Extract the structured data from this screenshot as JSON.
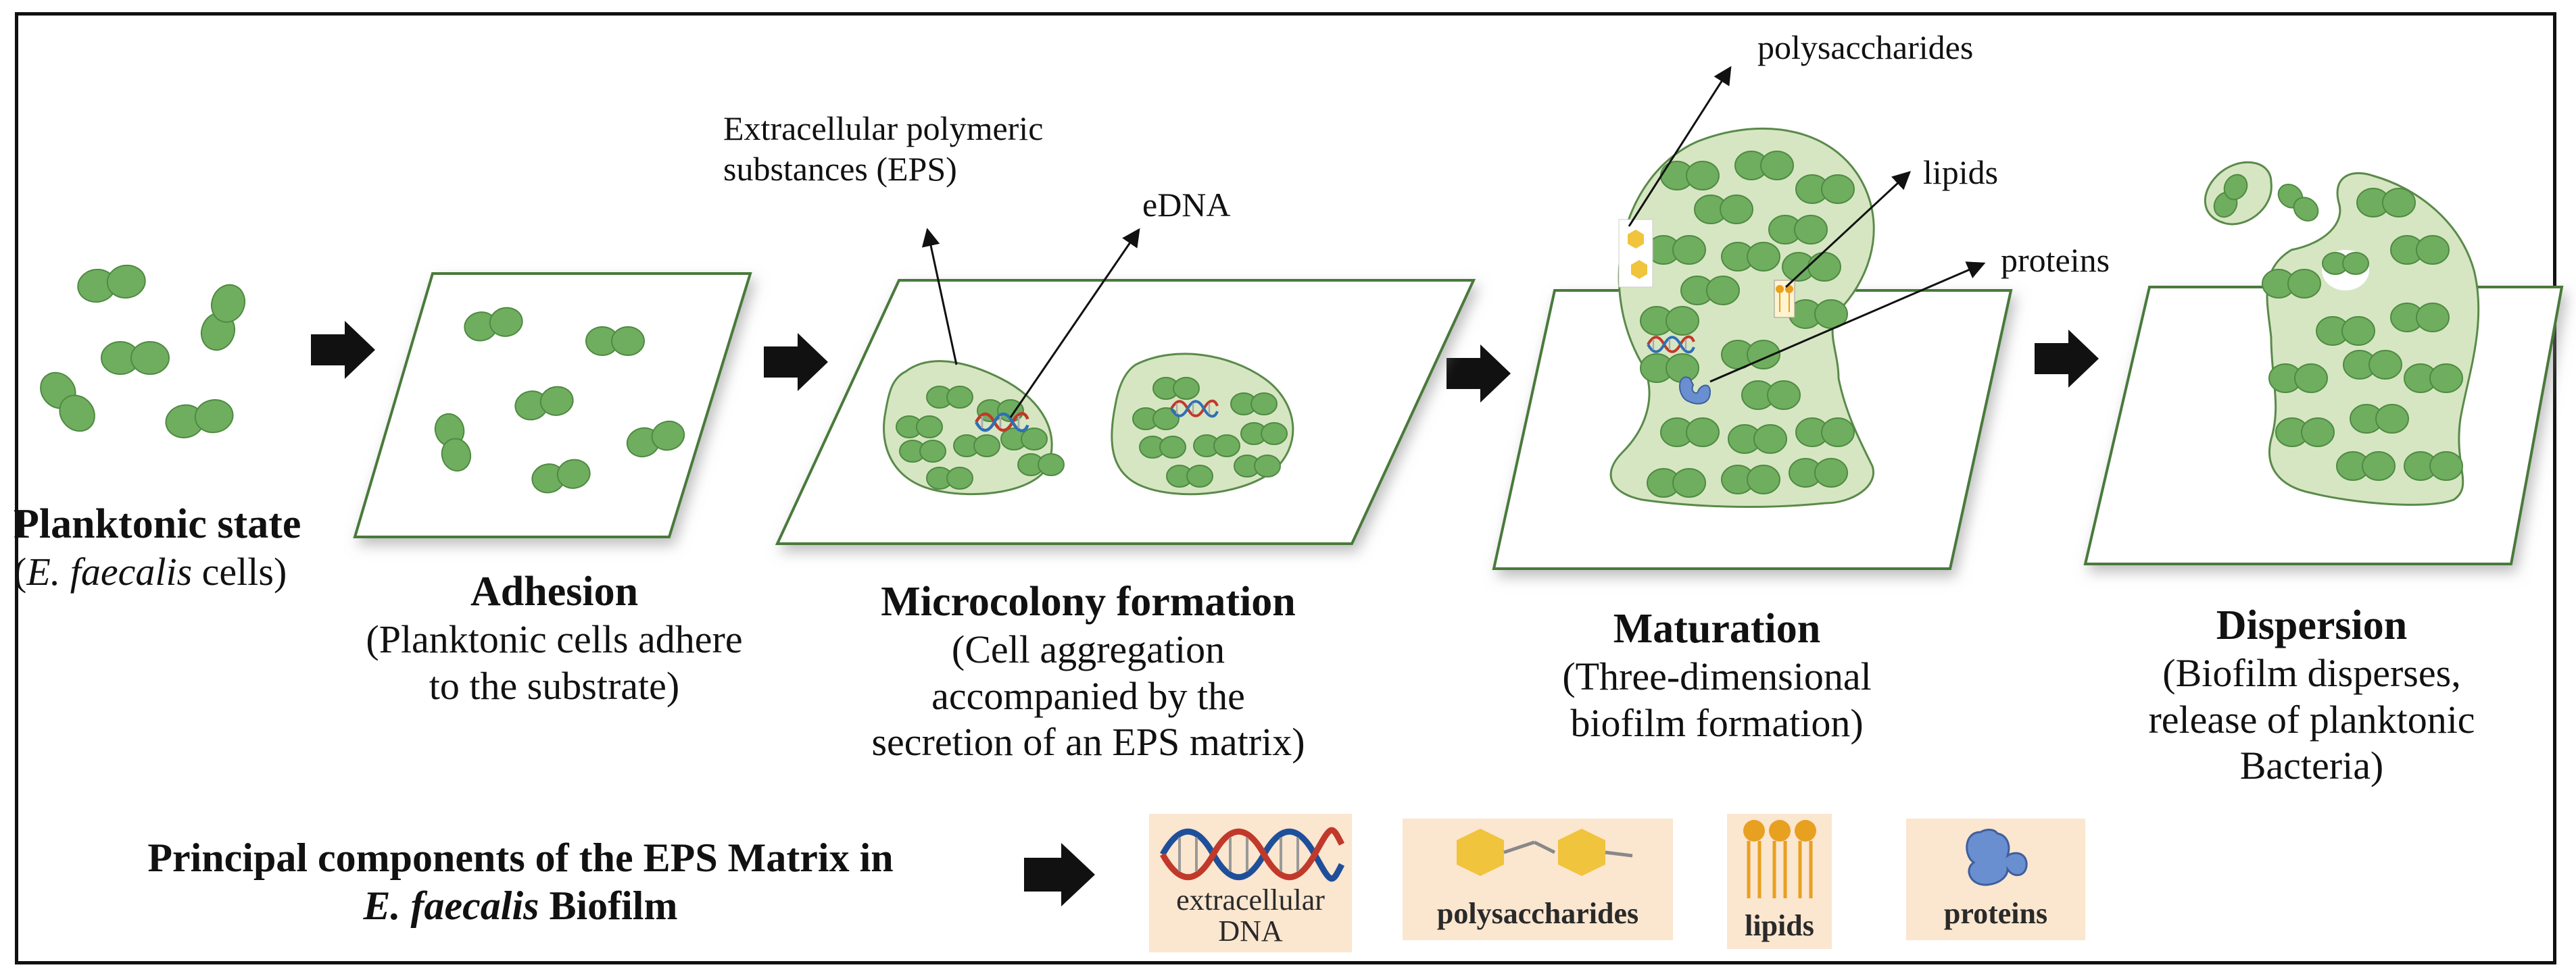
{
  "stages": [
    {
      "title": "Planktonic state",
      "subtitle_italic": "E. faecalis",
      "subtitle_rest": " cells)"
    },
    {
      "title": "Adhesion",
      "subtitle": [
        "(Planktonic cells adhere",
        "to the substrate)"
      ]
    },
    {
      "title": "Microcolony formation",
      "subtitle": [
        "(Cell aggregation",
        "accompanied by the",
        "secretion of an EPS matrix)"
      ]
    },
    {
      "title": "Maturation",
      "subtitle": [
        "(Three-dimensional",
        "biofilm formation)"
      ]
    },
    {
      "title": "Dispersion",
      "subtitle": [
        "(Biofilm disperses,",
        "release of planktonic",
        "Bacteria)"
      ]
    }
  ],
  "annotations": {
    "eps": [
      "Extracellular polymeric",
      "substances (EPS)"
    ],
    "edna": "eDNA",
    "polysaccharides": "polysaccharides",
    "lipids": "lipids",
    "proteins": "proteins"
  },
  "footer": {
    "line1": "Principal components of the EPS Matrix in",
    "line2_italic": "E. faecalis",
    "line2_rest": " Biofilm"
  },
  "legend": [
    {
      "label": [
        "extracellular",
        "DNA"
      ],
      "icon": "dna-icon"
    },
    {
      "label": [
        "polysaccharides"
      ],
      "icon": "polysaccharide-icon"
    },
    {
      "label": [
        "lipids"
      ],
      "icon": "lipid-icon"
    },
    {
      "label": [
        "proteins"
      ],
      "icon": "protein-icon"
    }
  ],
  "colors": {
    "cell": "#6fae5f",
    "cell_edge": "#4f8a42",
    "matrix": "#d6e6c2",
    "matrix_edge": "#5a8a4a",
    "surface_edge": "#4a7a3a",
    "arrow": "#111111",
    "legend_bg": "#fbe6cf"
  }
}
